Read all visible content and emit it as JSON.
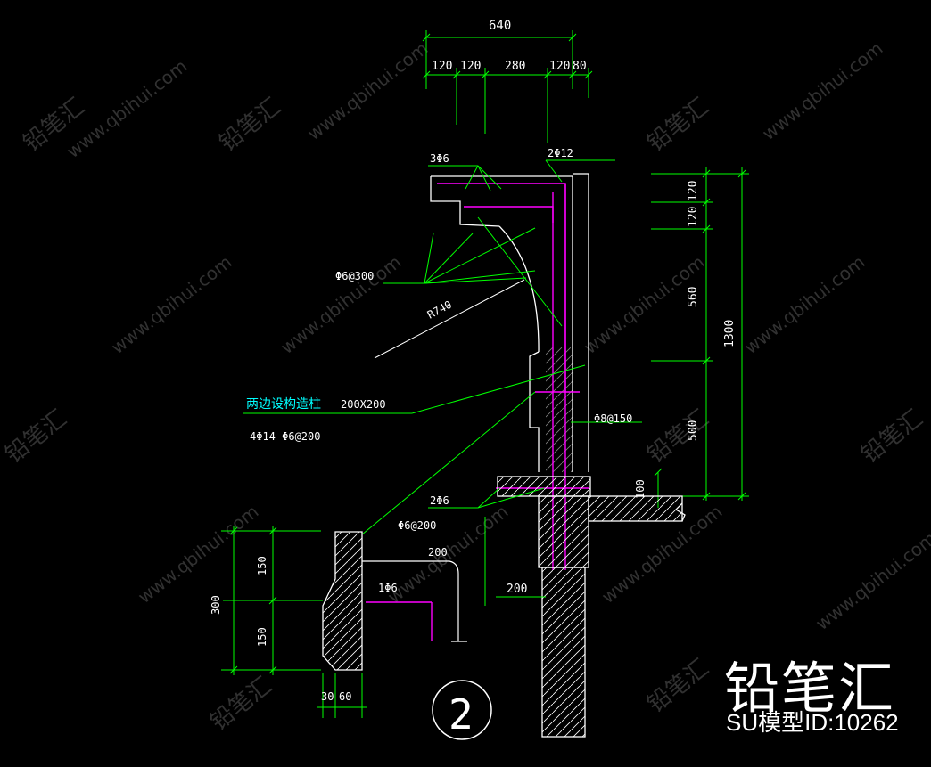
{
  "watermark": {
    "site": "www.qbihui.com",
    "mark": "铅笔汇"
  },
  "brand": {
    "name": "铅笔汇",
    "model_id": "SU模型ID:10262"
  },
  "top_dimensions": {
    "total": "640",
    "parts": [
      "120",
      "120",
      "280",
      "120",
      "80"
    ]
  },
  "right_dimensions": {
    "total": "1300",
    "parts": [
      "120",
      "120",
      "560",
      "500"
    ],
    "slab": "100"
  },
  "labels": {
    "bar_top_left": "3Φ6",
    "bar_top_right": "2Φ12",
    "stirrup": "Φ6@300",
    "radius": "R740",
    "note_cn": "两边设构造柱",
    "column_size": "200X200",
    "column_bars": "4Φ14 Φ6@200",
    "wall_bar": "Φ8@150",
    "slab_bar": "2Φ6",
    "slab_stirrup": "Φ6@200",
    "hook_len": "200",
    "detail_bar": "1Φ6",
    "wall_width": "200"
  },
  "detail_dimensions": {
    "total": "300",
    "parts": [
      "150",
      "150"
    ],
    "bottom": [
      "30",
      "60"
    ]
  },
  "section_mark": "2",
  "colors": {
    "green": "#00ff00",
    "white": "#ffffff",
    "magenta": "#ff00ff",
    "cyan": "#00ffff"
  }
}
